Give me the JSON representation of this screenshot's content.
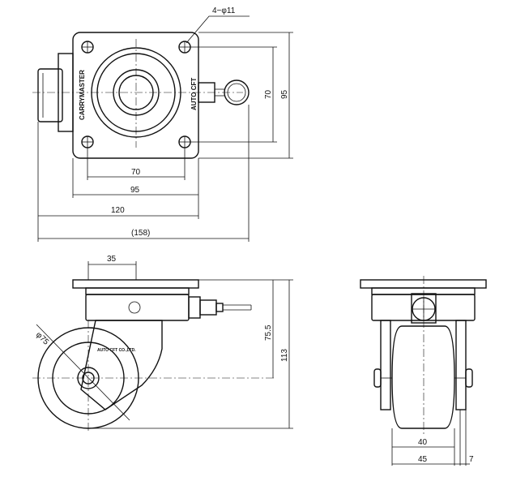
{
  "top_view": {
    "hole_note": "4−φ11",
    "brand_left": "CARRYMASTER",
    "brand_right": "AUTO CFT",
    "dim_70_h": "70",
    "dim_95_h": "95",
    "dim_120": "120",
    "dim_158": "(158)",
    "dim_70_v": "70",
    "dim_95_v": "95"
  },
  "side_view": {
    "dim_35": "35",
    "dim_diameter": "φ75",
    "dim_75_5": "75.5",
    "dim_113": "113",
    "plate_text": "AUTO CFT CO.,LTD."
  },
  "front_view": {
    "dim_40": "40",
    "dim_45": "45",
    "dim_7": "7"
  }
}
